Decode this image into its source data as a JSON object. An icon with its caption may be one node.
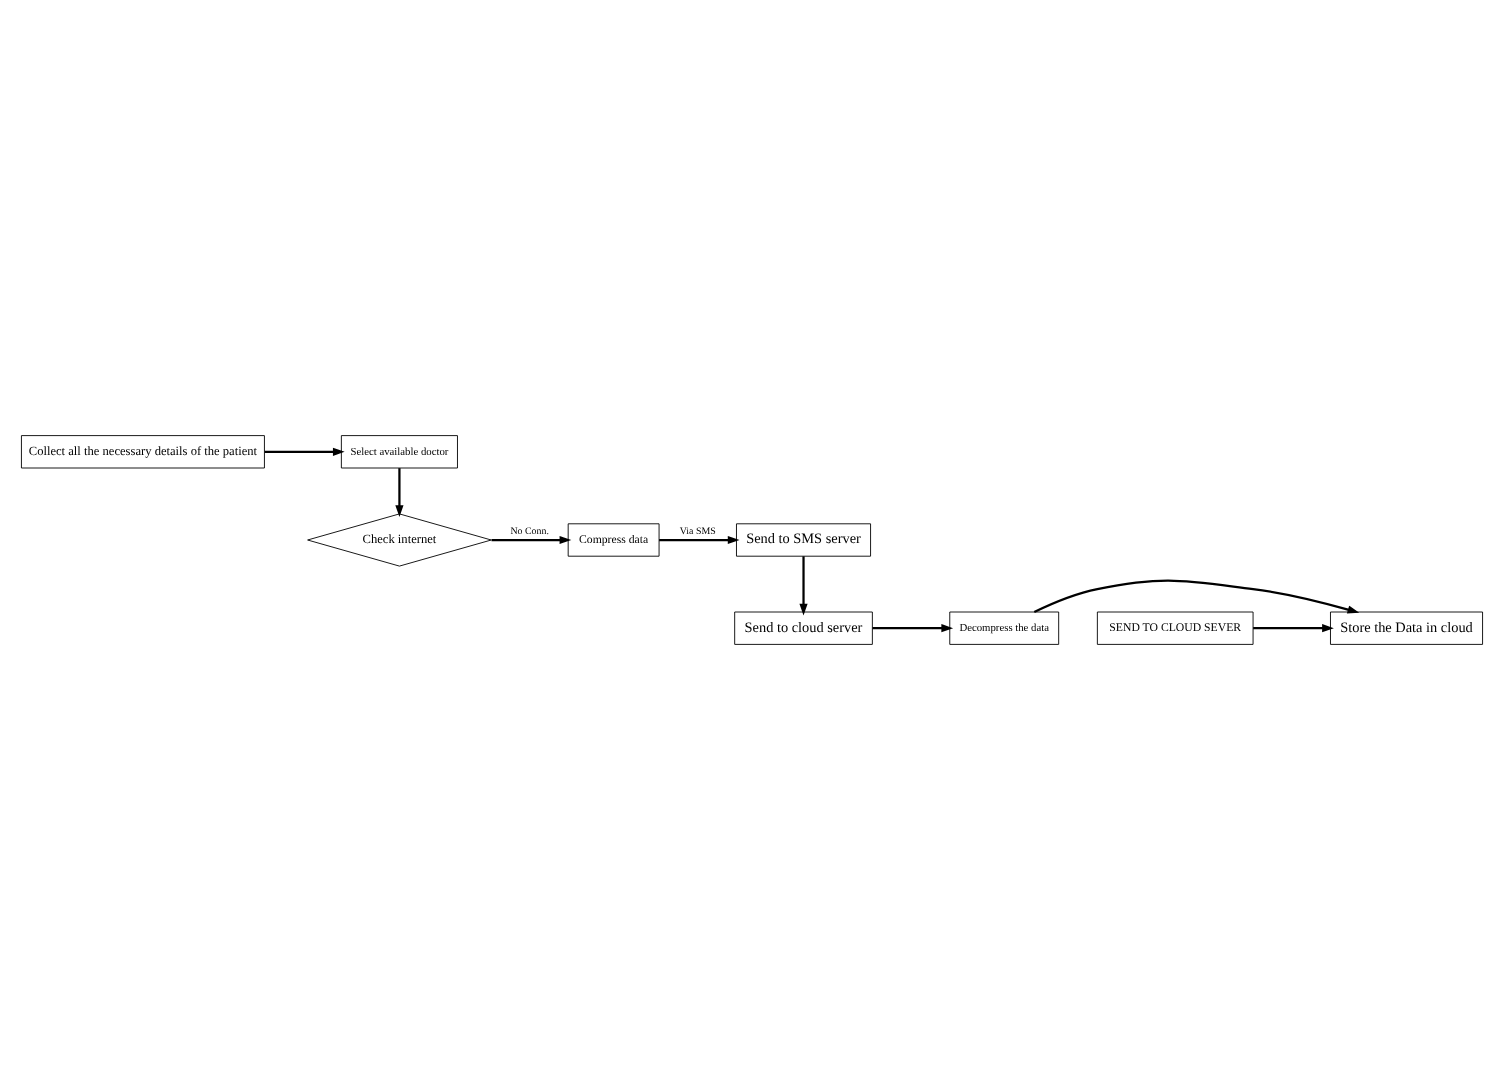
{
  "diagram": {
    "nodes": [
      {
        "text": [
          "Collect all the necessary details of the patient"
        ]
      },
      {
        "text": [
          "Select available doctor"
        ]
      },
      {
        "text": [
          "Check internet"
        ]
      },
      {
        "text": [
          "Compress data"
        ]
      },
      {
        "text": [
          "Send to SMS server"
        ]
      },
      {
        "text": [
          "Send to cloud server"
        ]
      },
      {
        "text": [
          "Decompress the data"
        ]
      },
      {
        "text": [
          "Store the Data in cloud"
        ]
      },
      {
        "text": [
          "SEND TO CLOUD SEVER"
        ]
      }
    ],
    "edges": [
      {
        "from": 0,
        "to": 1,
        "arrow": "to"
      },
      {
        "from": 1,
        "to": 2,
        "arrow": "to"
      },
      {
        "from": 2,
        "to": 3,
        "arrow": "to",
        "label": "No Conn."
      },
      {
        "from": 3,
        "to": 4,
        "arrow": "to",
        "label": "Via SMS"
      },
      {
        "from": 4,
        "to": 5,
        "arrow": "to"
      },
      {
        "from": 5,
        "to": 6,
        "arrow": "to"
      },
      {
        "from": 6,
        "to": 7,
        "arrow": "to"
      },
      {
        "from": 8,
        "to": 7,
        "arrow": "to"
      }
    ]
  }
}
